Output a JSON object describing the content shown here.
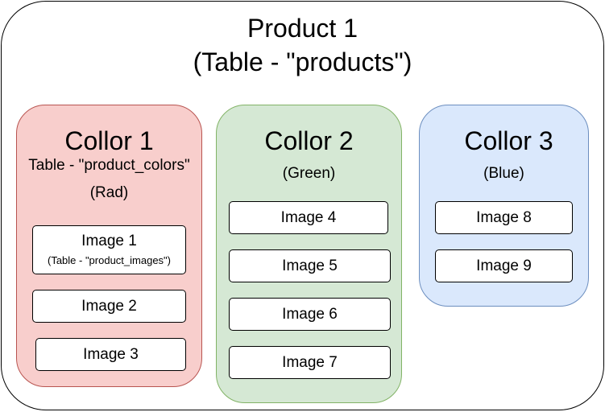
{
  "colors": {
    "outer_stroke": "#000000",
    "group1_fill": "#f8cecc",
    "group1_stroke": "#b85450",
    "group2_fill": "#d5e8d4",
    "group2_stroke": "#82b366",
    "group3_fill": "#dae8fc",
    "group3_stroke": "#6c8ebf"
  },
  "product": {
    "title": "Product 1",
    "subtitle": "(Table - \"products\")"
  },
  "groups": [
    {
      "title": "Collor 1",
      "table_label": "Table - \"product_colors\"",
      "color_name": "(Rad)",
      "images": [
        {
          "label": "Image 1",
          "note": "(Table - \"product_images\")"
        },
        {
          "label": "Image 2"
        },
        {
          "label": "Image 3"
        }
      ]
    },
    {
      "title": "Collor 2",
      "color_name": "(Green)",
      "images": [
        {
          "label": "Image 4"
        },
        {
          "label": "Image 5"
        },
        {
          "label": "Image 6"
        },
        {
          "label": "Image 7"
        }
      ]
    },
    {
      "title": "Collor 3",
      "color_name": "(Blue)",
      "images": [
        {
          "label": "Image 8"
        },
        {
          "label": "Image 9"
        }
      ]
    }
  ]
}
